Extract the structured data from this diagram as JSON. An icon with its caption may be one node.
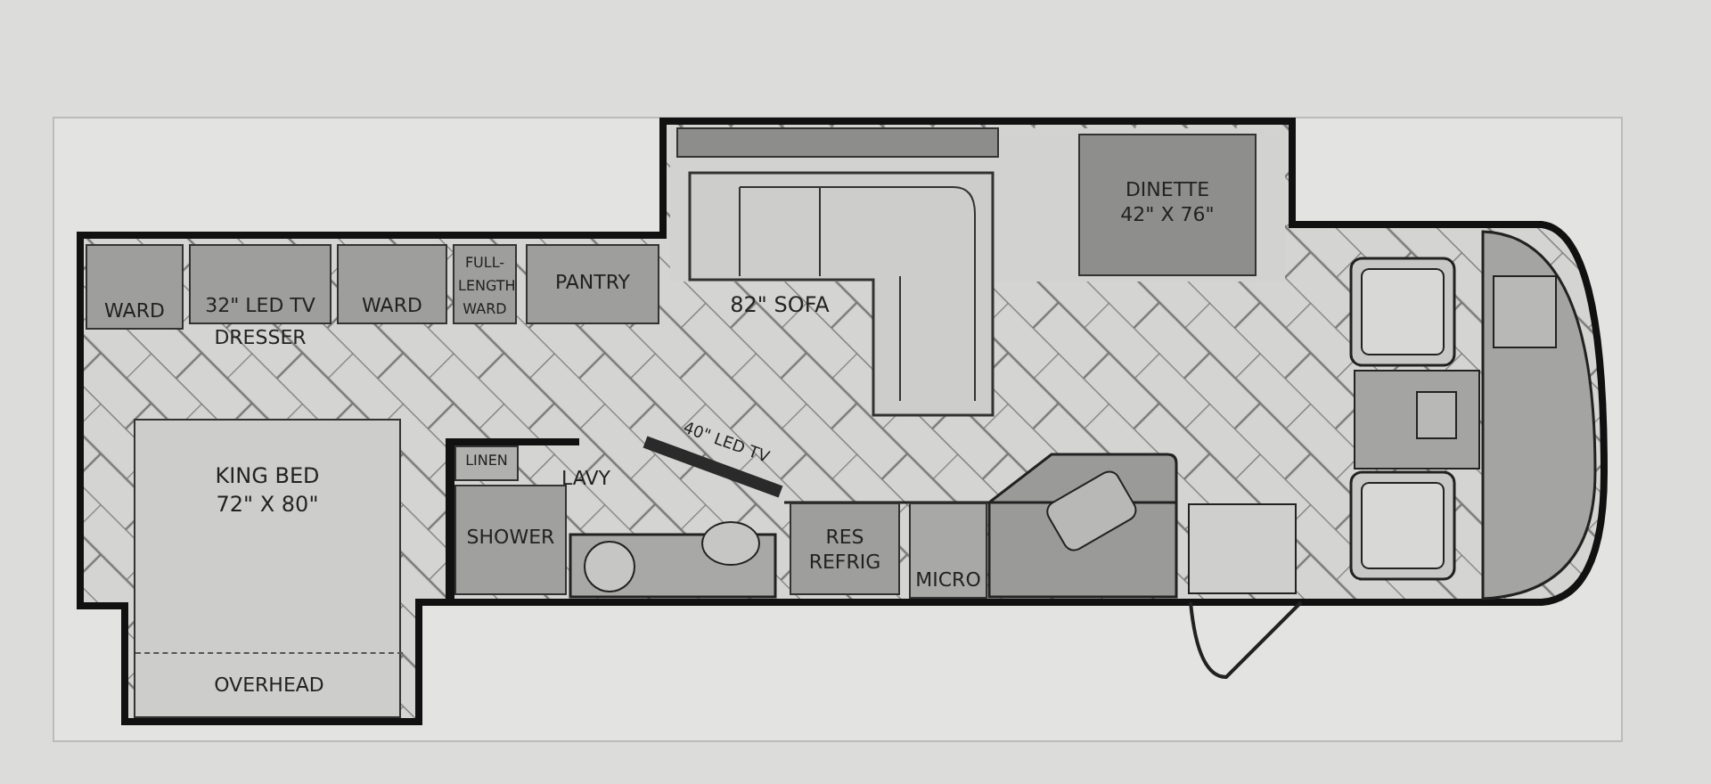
{
  "diagram": {
    "nodes": [
      {
        "text": [
          "WARD"
        ]
      },
      {
        "text": [
          "32\" LED TV"
        ],
        "beside": [
          "DRESSER"
        ]
      },
      {
        "text": [
          "WARD"
        ]
      },
      {
        "text": [
          "FULL-LENGTH WARD"
        ]
      },
      {
        "text": [
          "PANTRY"
        ]
      },
      {
        "text": [
          "82\" SOFA"
        ]
      },
      {
        "text": [
          "DINETTE",
          "42\" X 76\""
        ]
      },
      {
        "text": [
          "KING BED",
          "72\" X 80\""
        ]
      },
      {
        "text": [
          "OVERHEAD"
        ],
        "in": 7
      },
      {
        "text": [
          "LINEN"
        ]
      },
      {
        "text": [
          "SHOWER"
        ]
      },
      {
        "text": [
          "40\" LED TV"
        ]
      },
      {
        "text": [
          "RES REFRIG"
        ]
      },
      {
        "text": [
          "MICRO"
        ]
      }
    ],
    "labels": [
      "LAVY"
    ]
  }
}
